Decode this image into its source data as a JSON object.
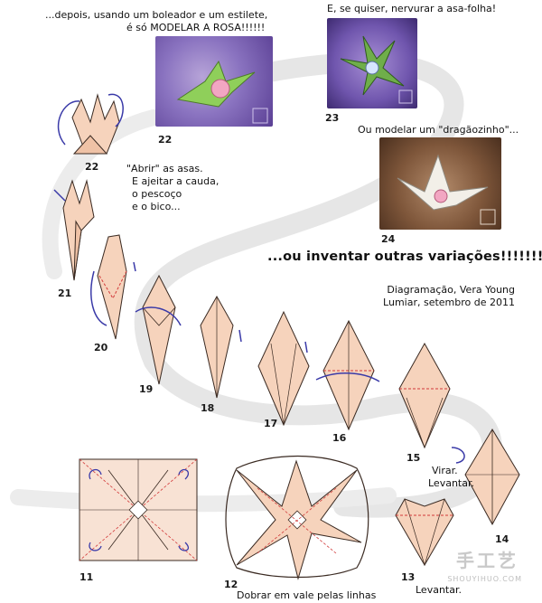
{
  "texts": {
    "rose_caption_1": "...depois, usando um boleador e um estilete,",
    "rose_caption_2": "é só MODELAR A ROSA!!!!!!",
    "leaf_caption": "E, se quiser, nervurar a asa-folha!",
    "dragon_caption": "Ou modelar um \"dragãozinho\"...",
    "wings_caption_1": "\"Abrir\" as asas.",
    "wings_caption_2": "E ajeitar a cauda,",
    "wings_caption_3": "o pescoço",
    "wings_caption_4": "e o bico...",
    "variations": "...ou inventar outras variações!!!!!!!",
    "credit_1": "Diagramação, Vera Young",
    "credit_2": "Lumiar, setembro de 2011",
    "flip_1": "Virar.",
    "flip_2": "Levantar.",
    "lift": "Levantar.",
    "valley_fold": "Dobrar em vale pelas linhas",
    "watermark": "手工艺",
    "watermark_small": "SHOUYIHUO.COM"
  },
  "steps": {
    "s11": "11",
    "s12": "12",
    "s13": "13",
    "s14": "14",
    "s15": "15",
    "s16": "16",
    "s17": "17",
    "s18": "18",
    "s19": "19",
    "s20": "20",
    "s21": "21",
    "s22a": "22",
    "s22b": "22",
    "s23": "23",
    "s24": "24"
  },
  "colors": {
    "paper": "#f6d3bc",
    "paper_edge": "#3a2a22",
    "valley_line": "#d23a3a",
    "arrow": "#3a3aa8",
    "swirl": "#e2e2e2",
    "photo_purple": "#6b4fa6",
    "photo_brown": "#8a5a3a"
  }
}
